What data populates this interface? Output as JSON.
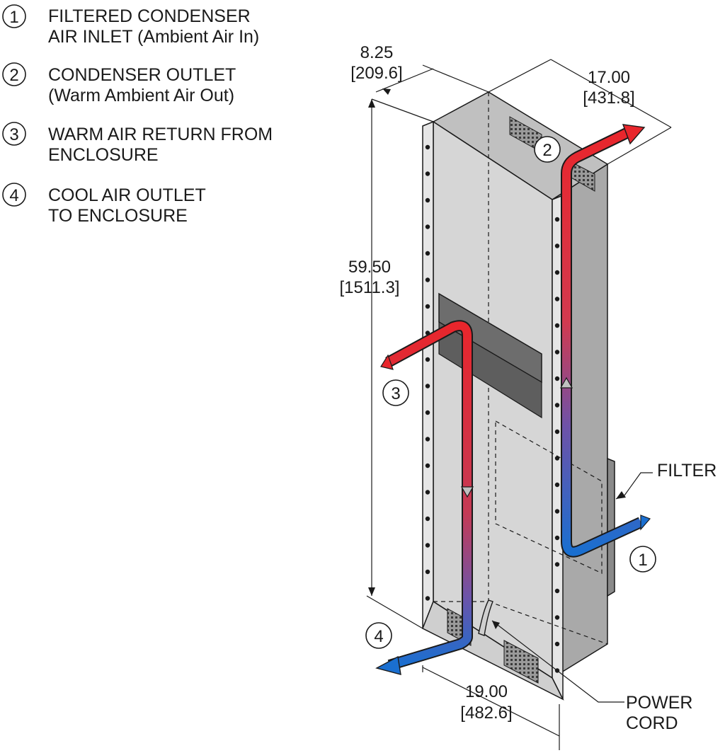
{
  "legend": [
    {
      "num": "1",
      "line1": "FILTERED CONDENSER",
      "line2": "AIR INLET (Ambient Air In)"
    },
    {
      "num": "2",
      "line1": "CONDENSER OUTLET",
      "line2": "(Warm Ambient Air Out)"
    },
    {
      "num": "3",
      "line1": "WARM AIR RETURN FROM",
      "line2": "ENCLOSURE"
    },
    {
      "num": "4",
      "line1": "COOL AIR OUTLET",
      "line2": "TO ENCLOSURE"
    }
  ],
  "dimensions": {
    "depth": {
      "in": "8.25",
      "mm": "[209.6]"
    },
    "side_width": {
      "in": "17.00",
      "mm": "[431.8]"
    },
    "height": {
      "in": "59.50",
      "mm": "[1511.3]"
    },
    "width": {
      "in": "19.00",
      "mm": "[482.6]"
    }
  },
  "callouts": {
    "filter": "FILTER",
    "power_cord_line1": "POWER",
    "power_cord_line2": "CORD"
  },
  "colors": {
    "warm_air": "#e8262c",
    "cool_air": "#1a6fd0",
    "panel_face": "#d6d6d6",
    "panel_side": "#a9a9a9",
    "panel_top": "#c0c0c0",
    "cutout": "#6d6d6d"
  }
}
